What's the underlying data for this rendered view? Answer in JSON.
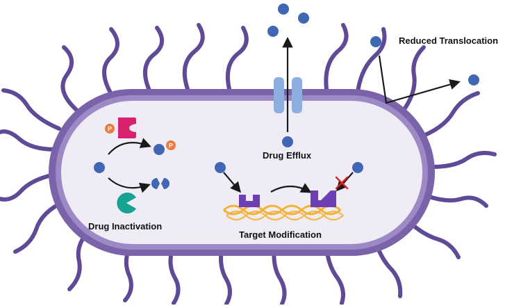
{
  "labels": {
    "reduced_translocation": "Reduced Translocation",
    "drug_efflux": "Drug Efflux",
    "target_modification": "Target Modification",
    "drug_inactivation": "Drug Inactivation",
    "phosphate_a": "P",
    "phosphate_b": "P"
  },
  "colors": {
    "drug_dot": "#3f67b3",
    "membrane": "#7a63a8",
    "cytoplasm": "#efecf6",
    "flagella": "#5e4a96",
    "porin": "#8eaee0",
    "enzyme_magenta": "#d6226f",
    "enzyme_teal": "#16a391",
    "phosphate": "#f07a3c",
    "target_protein": "#6c3fb5",
    "dna_strand": "#f2b233",
    "block_mark": "#d8222a",
    "arrow": "#1a1a1a"
  },
  "icons": [
    "flagellum-icon",
    "porin-channel-icon",
    "drug-molecule-icon",
    "phosphate-icon",
    "enzyme-icon",
    "target-protein-icon",
    "dna-helix-icon",
    "block-x-icon"
  ]
}
